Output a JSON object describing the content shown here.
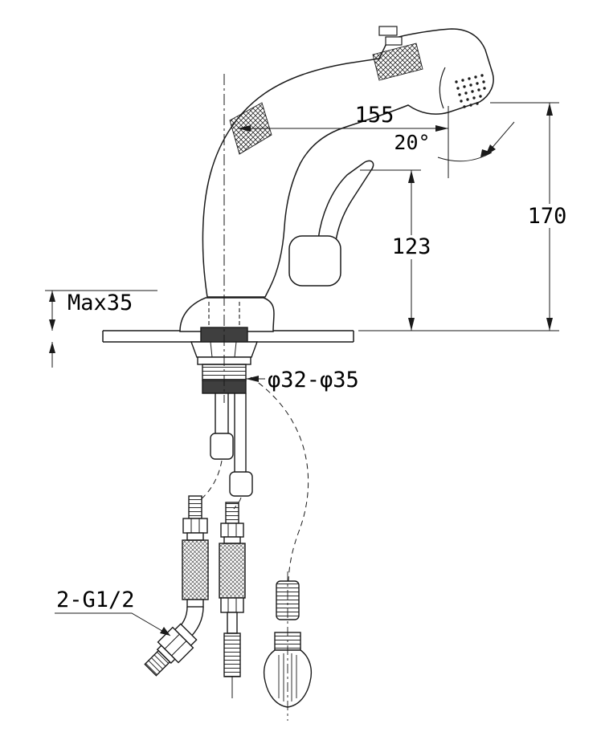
{
  "drawing": {
    "type": "faucet installation dimensional drawing",
    "labels": {
      "spout_reach": "155",
      "spray_angle": "20°",
      "total_height": "170",
      "spout_height": "123",
      "max_mount_thickness": "Max35",
      "mount_hole_diameter": "φ32-φ35",
      "inlet_thread": "2-G1/2"
    },
    "colors": {
      "line": "#1a1a1a",
      "background": "#ffffff",
      "dark_fill": "#3f3f3f"
    }
  }
}
